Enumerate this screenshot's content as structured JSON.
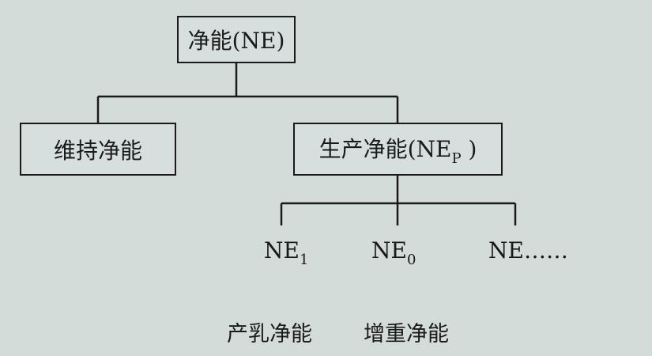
{
  "root": {
    "label": "净能(NE)"
  },
  "maintenance": {
    "label": "维持净能"
  },
  "production": {
    "label_main": "生产净能(NE",
    "label_sub": "P",
    "label_end": " )"
  },
  "leaves": [
    {
      "base": "NE",
      "sub": "1"
    },
    {
      "base": "NE",
      "sub": "0"
    },
    {
      "base": "NE……",
      "sub": ""
    }
  ],
  "caption": {
    "milk": "产乳净能",
    "gain": "增重净能"
  },
  "colors": {
    "line": "#1a1a1a",
    "background": "#d4dcda"
  }
}
